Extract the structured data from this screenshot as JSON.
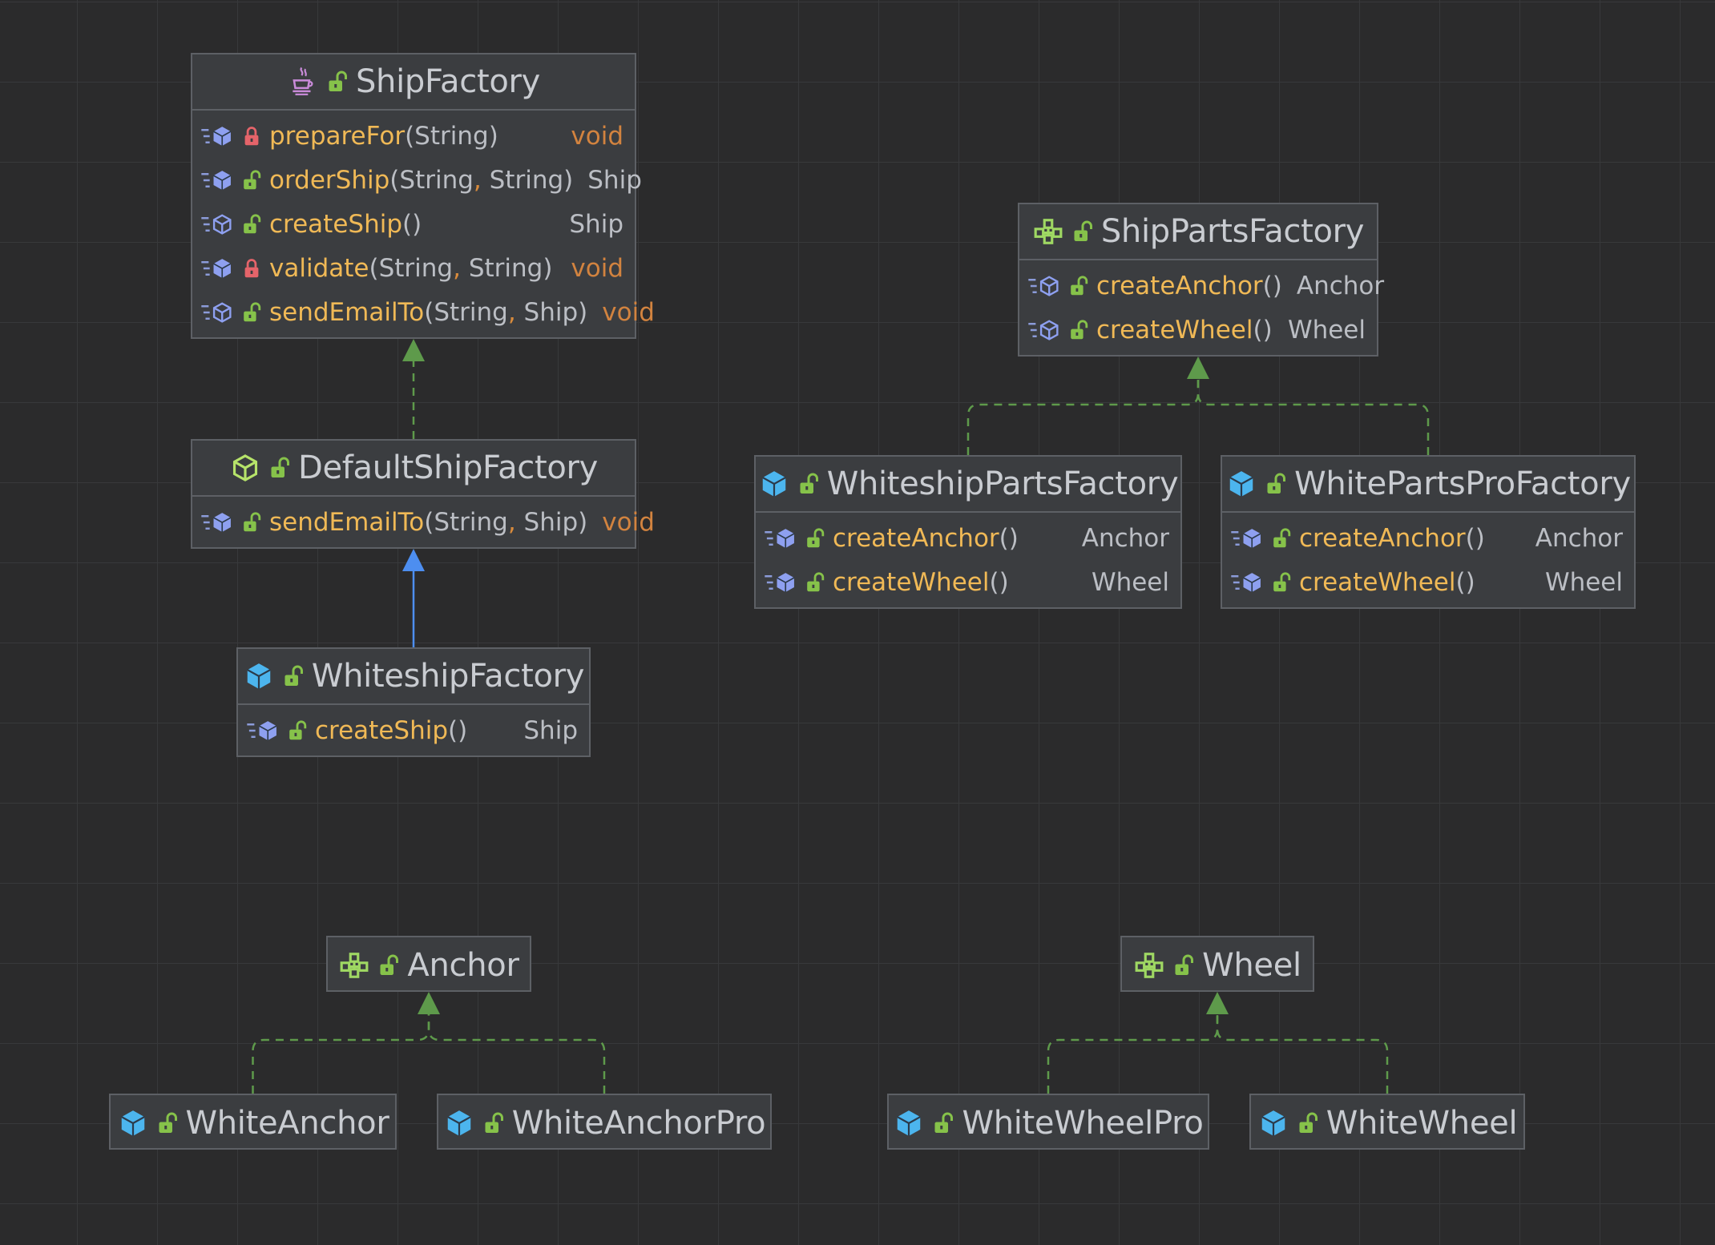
{
  "diagram": {
    "colors": {
      "background": "#2b2b2c",
      "node_fill": "#3b3d40",
      "node_border": "#5d6065",
      "method_name": "#f0b956",
      "void_keyword": "#d2833f",
      "realization_edge": "#5e9a4b",
      "extends_edge": "#4d8ef0"
    },
    "nodes": [
      {
        "id": "ShipFactory",
        "name": "ShipFactory",
        "kind": "interface",
        "icon": "java-cup-icon",
        "members": [
          {
            "name": "prepareFor",
            "params": [
              "String"
            ],
            "returns": "void",
            "visibility": "private",
            "abstract": false
          },
          {
            "name": "orderShip",
            "params": [
              "String",
              "String"
            ],
            "returns": "Ship",
            "visibility": "public",
            "abstract": false
          },
          {
            "name": "createShip",
            "params": [],
            "returns": "Ship",
            "visibility": "public",
            "abstract": true
          },
          {
            "name": "validate",
            "params": [
              "String",
              "String"
            ],
            "returns": "void",
            "visibility": "private",
            "abstract": false
          },
          {
            "name": "sendEmailTo",
            "params": [
              "String",
              "Ship"
            ],
            "returns": "void",
            "visibility": "public",
            "abstract": true
          }
        ]
      },
      {
        "id": "DefaultShipFactory",
        "name": "DefaultShipFactory",
        "kind": "abstract-class",
        "icon": "abstract-class-icon",
        "members": [
          {
            "name": "sendEmailTo",
            "params": [
              "String",
              "Ship"
            ],
            "returns": "void",
            "visibility": "public",
            "abstract": false
          }
        ]
      },
      {
        "id": "WhiteshipFactory",
        "name": "WhiteshipFactory",
        "kind": "class",
        "icon": "class-icon",
        "members": [
          {
            "name": "createShip",
            "params": [],
            "returns": "Ship",
            "visibility": "public",
            "abstract": false
          }
        ]
      },
      {
        "id": "ShipPartsFactory",
        "name": "ShipPartsFactory",
        "kind": "interface",
        "icon": "interface-icon",
        "members": [
          {
            "name": "createAnchor",
            "params": [],
            "returns": "Anchor",
            "visibility": "public",
            "abstract": true
          },
          {
            "name": "createWheel",
            "params": [],
            "returns": "Wheel",
            "visibility": "public",
            "abstract": true
          }
        ]
      },
      {
        "id": "WhiteshipPartsFactory",
        "name": "WhiteshipPartsFactory",
        "kind": "class",
        "icon": "class-icon",
        "members": [
          {
            "name": "createAnchor",
            "params": [],
            "returns": "Anchor",
            "visibility": "public",
            "abstract": false
          },
          {
            "name": "createWheel",
            "params": [],
            "returns": "Wheel",
            "visibility": "public",
            "abstract": false
          }
        ]
      },
      {
        "id": "WhitePartsProFactory",
        "name": "WhitePartsProFactory",
        "kind": "class",
        "icon": "class-icon",
        "members": [
          {
            "name": "createAnchor",
            "params": [],
            "returns": "Anchor",
            "visibility": "public",
            "abstract": false
          },
          {
            "name": "createWheel",
            "params": [],
            "returns": "Wheel",
            "visibility": "public",
            "abstract": false
          }
        ]
      },
      {
        "id": "Anchor",
        "name": "Anchor",
        "kind": "interface",
        "icon": "interface-icon",
        "members": []
      },
      {
        "id": "Wheel",
        "name": "Wheel",
        "kind": "interface",
        "icon": "interface-icon",
        "members": []
      },
      {
        "id": "WhiteAnchor",
        "name": "WhiteAnchor",
        "kind": "class",
        "icon": "class-icon",
        "members": []
      },
      {
        "id": "WhiteAnchorPro",
        "name": "WhiteAnchorPro",
        "kind": "class",
        "icon": "class-icon",
        "members": []
      },
      {
        "id": "WhiteWheelPro",
        "name": "WhiteWheelPro",
        "kind": "class",
        "icon": "class-icon",
        "members": []
      },
      {
        "id": "WhiteWheel",
        "name": "WhiteWheel",
        "kind": "class",
        "icon": "class-icon",
        "members": []
      }
    ],
    "edges": [
      {
        "from": "DefaultShipFactory",
        "to": "ShipFactory",
        "type": "implements"
      },
      {
        "from": "WhiteshipFactory",
        "to": "DefaultShipFactory",
        "type": "extends"
      },
      {
        "from": "WhiteshipPartsFactory",
        "to": "ShipPartsFactory",
        "type": "implements"
      },
      {
        "from": "WhitePartsProFactory",
        "to": "ShipPartsFactory",
        "type": "implements"
      },
      {
        "from": "WhiteAnchor",
        "to": "Anchor",
        "type": "implements"
      },
      {
        "from": "WhiteAnchorPro",
        "to": "Anchor",
        "type": "implements"
      },
      {
        "from": "WhiteWheelPro",
        "to": "Wheel",
        "type": "implements"
      },
      {
        "from": "WhiteWheel",
        "to": "Wheel",
        "type": "implements"
      }
    ]
  }
}
